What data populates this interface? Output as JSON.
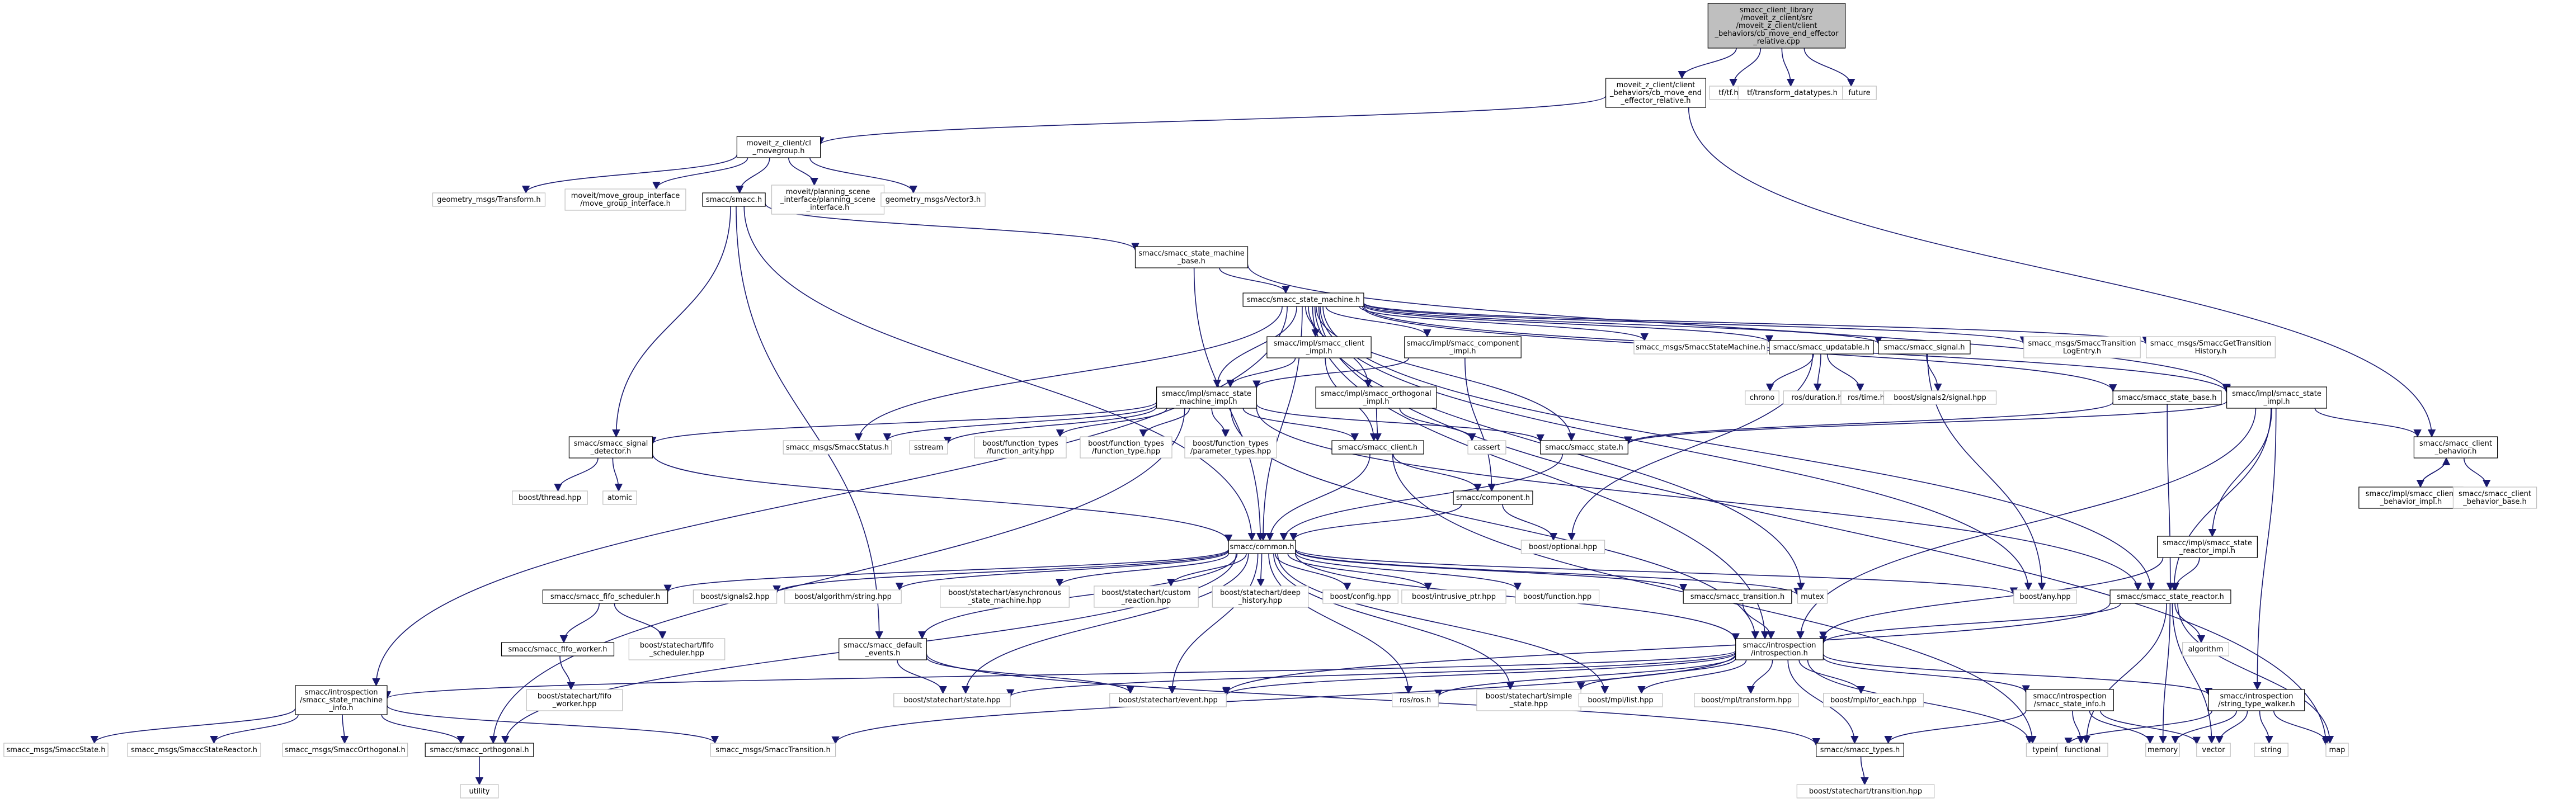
{
  "title": "smacc_client_library/moveit_z_client/src/moveit_z_client/client_behaviors/cb_move_end_effector_relative.cpp",
  "colors": {
    "root_fill": "#bfbfbf",
    "box_stroke": "#000000",
    "leaf_stroke": "#bfbfbf",
    "edge": "#191970"
  },
  "nodes": [
    {
      "id": "root",
      "lines": [
        "smacc_client_library",
        "/moveit_z_client/src",
        "/moveit_z_client/client",
        "_behaviors/cb_move_end_effector",
        "_relative.cpp"
      ],
      "kind": "root"
    },
    {
      "id": "cb_mee",
      "lines": [
        "moveit_z_client/client",
        "_behaviors/cb_move_end",
        "_effector_relative.h"
      ],
      "kind": "box"
    },
    {
      "id": "tf_tf",
      "lines": [
        "tf/tf.h"
      ],
      "kind": "leaf"
    },
    {
      "id": "tf_types",
      "lines": [
        "tf/transform_datatypes.h"
      ],
      "kind": "leaf"
    },
    {
      "id": "future",
      "lines": [
        "future"
      ],
      "kind": "leaf"
    },
    {
      "id": "cl_movegroup",
      "lines": [
        "moveit_z_client/cl",
        "_movegroup.h"
      ],
      "kind": "box"
    },
    {
      "id": "geo_transform",
      "lines": [
        "geometry_msgs/Transform.h"
      ],
      "kind": "leaf"
    },
    {
      "id": "move_group_iface",
      "lines": [
        "moveit/move_group_interface",
        "/move_group_interface.h"
      ],
      "kind": "leaf"
    },
    {
      "id": "smacc_h",
      "lines": [
        "smacc/smacc.h"
      ],
      "kind": "box"
    },
    {
      "id": "planning_scene",
      "lines": [
        "moveit/planning_scene",
        "_interface/planning_scene",
        "_interface.h"
      ],
      "kind": "leaf"
    },
    {
      "id": "geo_vector3",
      "lines": [
        "geometry_msgs/Vector3.h"
      ],
      "kind": "leaf"
    },
    {
      "id": "sm_base",
      "lines": [
        "smacc/smacc_state_machine",
        "_base.h"
      ],
      "kind": "box"
    },
    {
      "id": "state_machine",
      "lines": [
        "smacc/smacc_state_machine.h"
      ],
      "kind": "box"
    },
    {
      "id": "client_impl",
      "lines": [
        "smacc/impl/smacc_client",
        "_impl.h"
      ],
      "kind": "box"
    },
    {
      "id": "component_impl",
      "lines": [
        "smacc/impl/smacc_component",
        "_impl.h"
      ],
      "kind": "box"
    },
    {
      "id": "msg_sm",
      "lines": [
        "smacc_msgs/SmaccStateMachine.h"
      ],
      "kind": "leaf"
    },
    {
      "id": "updatable",
      "lines": [
        "smacc/smacc_updatable.h"
      ],
      "kind": "box"
    },
    {
      "id": "signal",
      "lines": [
        "smacc/smacc_signal.h"
      ],
      "kind": "box"
    },
    {
      "id": "msg_tle",
      "lines": [
        "smacc_msgs/SmaccTransition",
        "LogEntry.h"
      ],
      "kind": "leaf"
    },
    {
      "id": "msg_gth",
      "lines": [
        "smacc_msgs/SmaccGetTransition",
        "History.h"
      ],
      "kind": "leaf"
    },
    {
      "id": "sm_impl",
      "lines": [
        "smacc/impl/smacc_state",
        "_machine_impl.h"
      ],
      "kind": "box"
    },
    {
      "id": "orth_impl",
      "lines": [
        "smacc/impl/smacc_orthogonal",
        "_impl.h"
      ],
      "kind": "box"
    },
    {
      "id": "chrono",
      "lines": [
        "chrono"
      ],
      "kind": "leaf"
    },
    {
      "id": "ros_duration",
      "lines": [
        "ros/duration.h"
      ],
      "kind": "leaf"
    },
    {
      "id": "ros_time",
      "lines": [
        "ros/time.h"
      ],
      "kind": "leaf"
    },
    {
      "id": "signals2_sig",
      "lines": [
        "boost/signals2/signal.hpp"
      ],
      "kind": "leaf"
    },
    {
      "id": "state_base",
      "lines": [
        "smacc/smacc_state_base.h"
      ],
      "kind": "box"
    },
    {
      "id": "state_impl",
      "lines": [
        "smacc/impl/smacc_state",
        "_impl.h"
      ],
      "kind": "box"
    },
    {
      "id": "signal_detector",
      "lines": [
        "smacc/smacc_signal",
        "_detector.h"
      ],
      "kind": "box"
    },
    {
      "id": "msg_status",
      "lines": [
        "smacc_msgs/SmaccStatus.h"
      ],
      "kind": "leaf"
    },
    {
      "id": "sstream",
      "lines": [
        "sstream"
      ],
      "kind": "leaf"
    },
    {
      "id": "ft_arity",
      "lines": [
        "boost/function_types",
        "/function_arity.hpp"
      ],
      "kind": "leaf"
    },
    {
      "id": "ft_type",
      "lines": [
        "boost/function_types",
        "/function_type.hpp"
      ],
      "kind": "leaf"
    },
    {
      "id": "ft_param",
      "lines": [
        "boost/function_types",
        "/parameter_types.hpp"
      ],
      "kind": "leaf"
    },
    {
      "id": "client_h",
      "lines": [
        "smacc/smacc_client.h"
      ],
      "kind": "box"
    },
    {
      "id": "cassert",
      "lines": [
        "cassert"
      ],
      "kind": "leaf"
    },
    {
      "id": "state_h",
      "lines": [
        "smacc/smacc_state.h"
      ],
      "kind": "box"
    },
    {
      "id": "client_behavior",
      "lines": [
        "smacc/smacc_client",
        "_behavior.h"
      ],
      "kind": "box"
    },
    {
      "id": "thread_hpp",
      "lines": [
        "boost/thread.hpp"
      ],
      "kind": "leaf"
    },
    {
      "id": "atomic",
      "lines": [
        "atomic"
      ],
      "kind": "leaf"
    },
    {
      "id": "component_h",
      "lines": [
        "smacc/component.h"
      ],
      "kind": "box"
    },
    {
      "id": "cb_impl",
      "lines": [
        "smacc/impl/smacc_client",
        "_behavior_impl.h"
      ],
      "kind": "box"
    },
    {
      "id": "cb_base",
      "lines": [
        "smacc/smacc_client",
        "_behavior_base.h"
      ],
      "kind": "leaf"
    },
    {
      "id": "optional_hpp",
      "lines": [
        "boost/optional.hpp"
      ],
      "kind": "leaf"
    },
    {
      "id": "sr_impl",
      "lines": [
        "smacc/impl/smacc_state",
        "_reactor_impl.h"
      ],
      "kind": "box"
    },
    {
      "id": "common_h",
      "lines": [
        "smacc/common.h"
      ],
      "kind": "box"
    },
    {
      "id": "fifo_sched",
      "lines": [
        "smacc/smacc_fifo_scheduler.h"
      ],
      "kind": "box"
    },
    {
      "id": "signals2_hpp",
      "lines": [
        "boost/signals2.hpp"
      ],
      "kind": "leaf"
    },
    {
      "id": "algo_string",
      "lines": [
        "boost/algorithm/string.hpp"
      ],
      "kind": "leaf"
    },
    {
      "id": "sc_async",
      "lines": [
        "boost/statechart/asynchronous",
        "_state_machine.hpp"
      ],
      "kind": "leaf"
    },
    {
      "id": "sc_custom",
      "lines": [
        "boost/statechart/custom",
        "_reaction.hpp"
      ],
      "kind": "leaf"
    },
    {
      "id": "sc_deep",
      "lines": [
        "boost/statechart/deep",
        "_history.hpp"
      ],
      "kind": "leaf"
    },
    {
      "id": "config_hpp",
      "lines": [
        "boost/config.hpp"
      ],
      "kind": "leaf"
    },
    {
      "id": "intrusive_ptr",
      "lines": [
        "boost/intrusive_ptr.hpp"
      ],
      "kind": "leaf"
    },
    {
      "id": "function_hpp",
      "lines": [
        "boost/function.hpp"
      ],
      "kind": "leaf"
    },
    {
      "id": "transition_h",
      "lines": [
        "smacc/smacc_transition.h"
      ],
      "kind": "box"
    },
    {
      "id": "mutex",
      "lines": [
        "mutex"
      ],
      "kind": "leaf"
    },
    {
      "id": "any_hpp",
      "lines": [
        "boost/any.hpp"
      ],
      "kind": "leaf"
    },
    {
      "id": "state_reactor",
      "lines": [
        "smacc/smacc_state_reactor.h"
      ],
      "kind": "box"
    },
    {
      "id": "fifo_worker",
      "lines": [
        "smacc/smacc_fifo_worker.h"
      ],
      "kind": "box"
    },
    {
      "id": "sc_fifo_sched",
      "lines": [
        "boost/statechart/fifo",
        "_scheduler.hpp"
      ],
      "kind": "leaf"
    },
    {
      "id": "default_events",
      "lines": [
        "smacc/smacc_default",
        "_events.h"
      ],
      "kind": "box"
    },
    {
      "id": "introspection",
      "lines": [
        "smacc/introspection",
        "/introspection.h"
      ],
      "kind": "box"
    },
    {
      "id": "algorithm",
      "lines": [
        "algorithm"
      ],
      "kind": "leaf"
    },
    {
      "id": "sc_fifo_worker",
      "lines": [
        "boost/statechart/fifo",
        "_worker.hpp"
      ],
      "kind": "leaf"
    },
    {
      "id": "sm_info",
      "lines": [
        "smacc/introspection",
        "/smacc_state_machine",
        "_info.h"
      ],
      "kind": "box"
    },
    {
      "id": "sc_state",
      "lines": [
        "boost/statechart/state.hpp"
      ],
      "kind": "leaf"
    },
    {
      "id": "sc_event",
      "lines": [
        "boost/statechart/event.hpp"
      ],
      "kind": "leaf"
    },
    {
      "id": "ros_ros",
      "lines": [
        "ros/ros.h"
      ],
      "kind": "leaf"
    },
    {
      "id": "sc_simple",
      "lines": [
        "boost/statechart/simple",
        "_state.hpp"
      ],
      "kind": "leaf"
    },
    {
      "id": "mpl_list",
      "lines": [
        "boost/mpl/list.hpp"
      ],
      "kind": "leaf"
    },
    {
      "id": "mpl_transform",
      "lines": [
        "boost/mpl/transform.hpp"
      ],
      "kind": "leaf"
    },
    {
      "id": "mpl_foreach",
      "lines": [
        "boost/mpl/for_each.hpp"
      ],
      "kind": "leaf"
    },
    {
      "id": "state_info",
      "lines": [
        "smacc/introspection",
        "/smacc_state_info.h"
      ],
      "kind": "box"
    },
    {
      "id": "str_walker",
      "lines": [
        "smacc/introspection",
        "/string_type_walker.h"
      ],
      "kind": "box"
    },
    {
      "id": "msg_state",
      "lines": [
        "smacc_msgs/SmaccState.h"
      ],
      "kind": "leaf"
    },
    {
      "id": "msg_sr",
      "lines": [
        "smacc_msgs/SmaccStateReactor.h"
      ],
      "kind": "leaf"
    },
    {
      "id": "msg_orth",
      "lines": [
        "smacc_msgs/SmaccOrthogonal.h"
      ],
      "kind": "leaf"
    },
    {
      "id": "orthogonal_h",
      "lines": [
        "smacc/smacc_orthogonal.h"
      ],
      "kind": "box"
    },
    {
      "id": "msg_trans",
      "lines": [
        "smacc_msgs/SmaccTransition.h"
      ],
      "kind": "leaf"
    },
    {
      "id": "types_h",
      "lines": [
        "smacc/smacc_types.h"
      ],
      "kind": "box"
    },
    {
      "id": "typeinfo",
      "lines": [
        "typeinfo"
      ],
      "kind": "leaf"
    },
    {
      "id": "functional",
      "lines": [
        "functional"
      ],
      "kind": "leaf"
    },
    {
      "id": "memory",
      "lines": [
        "memory"
      ],
      "kind": "leaf"
    },
    {
      "id": "vector",
      "lines": [
        "vector"
      ],
      "kind": "leaf"
    },
    {
      "id": "string",
      "lines": [
        "string"
      ],
      "kind": "leaf"
    },
    {
      "id": "map",
      "lines": [
        "map"
      ],
      "kind": "leaf"
    },
    {
      "id": "utility",
      "lines": [
        "utility"
      ],
      "kind": "leaf"
    },
    {
      "id": "sc_transition",
      "lines": [
        "boost/statechart/transition.hpp"
      ],
      "kind": "leaf"
    }
  ],
  "edges": [
    [
      "root",
      "cb_mee"
    ],
    [
      "root",
      "tf_tf"
    ],
    [
      "root",
      "tf_types"
    ],
    [
      "root",
      "future"
    ],
    [
      "cb_mee",
      "cl_movegroup"
    ],
    [
      "cb_mee",
      "client_behavior"
    ],
    [
      "cl_movegroup",
      "geo_transform"
    ],
    [
      "cl_movegroup",
      "move_group_iface"
    ],
    [
      "cl_movegroup",
      "smacc_h"
    ],
    [
      "cl_movegroup",
      "planning_scene"
    ],
    [
      "cl_movegroup",
      "geo_vector3"
    ],
    [
      "smacc_h",
      "sm_base"
    ],
    [
      "smacc_h",
      "signal_detector"
    ],
    [
      "smacc_h",
      "common_h"
    ],
    [
      "smacc_h",
      "default_events"
    ],
    [
      "sm_base",
      "state_machine"
    ],
    [
      "sm_base",
      "common_h"
    ],
    [
      "sm_base",
      "state_impl"
    ],
    [
      "state_machine",
      "client_impl"
    ],
    [
      "state_machine",
      "component_impl"
    ],
    [
      "state_machine",
      "msg_sm"
    ],
    [
      "state_machine",
      "updatable"
    ],
    [
      "state_machine",
      "signal"
    ],
    [
      "state_machine",
      "msg_tle"
    ],
    [
      "state_machine",
      "msg_gth"
    ],
    [
      "state_machine",
      "sm_impl"
    ],
    [
      "state_machine",
      "orth_impl"
    ],
    [
      "state_machine",
      "state_base"
    ],
    [
      "state_machine",
      "state_impl"
    ],
    [
      "state_machine",
      "msg_status"
    ],
    [
      "state_machine",
      "state_h"
    ],
    [
      "state_machine",
      "common_h"
    ],
    [
      "state_machine",
      "sm_info"
    ],
    [
      "state_machine",
      "any_hpp"
    ],
    [
      "state_machine",
      "mutex"
    ],
    [
      "state_machine",
      "map"
    ],
    [
      "state_machine",
      "introspection"
    ],
    [
      "state_machine",
      "state_reactor"
    ],
    [
      "client_impl",
      "sm_impl"
    ],
    [
      "client_impl",
      "client_h"
    ],
    [
      "component_impl",
      "sm_impl"
    ],
    [
      "component_impl",
      "component_h"
    ],
    [
      "updatable",
      "chrono"
    ],
    [
      "updatable",
      "ros_duration"
    ],
    [
      "updatable",
      "ros_time"
    ],
    [
      "updatable",
      "optional_hpp"
    ],
    [
      "signal",
      "signals2_sig"
    ],
    [
      "signal",
      "any_hpp"
    ],
    [
      "sm_impl",
      "signal_detector"
    ],
    [
      "sm_impl",
      "msg_status"
    ],
    [
      "sm_impl",
      "sstream"
    ],
    [
      "sm_impl",
      "ft_arity"
    ],
    [
      "sm_impl",
      "ft_type"
    ],
    [
      "sm_impl",
      "ft_param"
    ],
    [
      "sm_impl",
      "client_h"
    ],
    [
      "sm_impl",
      "state_h"
    ],
    [
      "sm_impl",
      "orthogonal_h"
    ],
    [
      "sm_impl",
      "state_reactor"
    ],
    [
      "sm_impl",
      "introspection"
    ],
    [
      "orth_impl",
      "client_h"
    ],
    [
      "orth_impl",
      "cassert"
    ],
    [
      "state_base",
      "state_h"
    ],
    [
      "state_base",
      "state_reactor"
    ],
    [
      "state_impl",
      "client_behavior"
    ],
    [
      "state_impl",
      "sr_impl"
    ],
    [
      "state_impl",
      "state_reactor"
    ],
    [
      "state_impl",
      "introspection"
    ],
    [
      "state_impl",
      "str_walker"
    ],
    [
      "state_impl",
      "state_h"
    ],
    [
      "signal_detector",
      "thread_hpp"
    ],
    [
      "signal_detector",
      "atomic"
    ],
    [
      "signal_detector",
      "common_h"
    ],
    [
      "client_h",
      "common_h"
    ],
    [
      "client_h",
      "component_h"
    ],
    [
      "client_h",
      "typeinfo"
    ],
    [
      "state_h",
      "common_h"
    ],
    [
      "client_behavior",
      "cb_impl"
    ],
    [
      "client_behavior",
      "cb_base"
    ],
    [
      "cb_impl",
      "client_behavior"
    ],
    [
      "component_h",
      "common_h"
    ],
    [
      "component_h",
      "optional_hpp"
    ],
    [
      "sr_impl",
      "state_reactor"
    ],
    [
      "sr_impl",
      "introspection"
    ],
    [
      "common_h",
      "fifo_sched"
    ],
    [
      "common_h",
      "signals2_hpp"
    ],
    [
      "common_h",
      "algo_string"
    ],
    [
      "common_h",
      "sc_async"
    ],
    [
      "common_h",
      "sc_custom"
    ],
    [
      "common_h",
      "sc_deep"
    ],
    [
      "common_h",
      "config_hpp"
    ],
    [
      "common_h",
      "intrusive_ptr"
    ],
    [
      "common_h",
      "function_hpp"
    ],
    [
      "common_h",
      "transition_h"
    ],
    [
      "common_h",
      "mutex"
    ],
    [
      "common_h",
      "any_hpp"
    ],
    [
      "common_h",
      "default_events"
    ],
    [
      "common_h",
      "introspection"
    ],
    [
      "common_h",
      "sc_state"
    ],
    [
      "common_h",
      "sc_event"
    ],
    [
      "common_h",
      "ros_ros"
    ],
    [
      "common_h",
      "sc_simple"
    ],
    [
      "common_h",
      "mpl_list"
    ],
    [
      "common_h",
      "orthogonal_h"
    ],
    [
      "fifo_sched",
      "fifo_worker"
    ],
    [
      "fifo_sched",
      "sc_fifo_sched"
    ],
    [
      "fifo_worker",
      "sc_fifo_worker"
    ],
    [
      "transition_h",
      "introspection"
    ],
    [
      "state_reactor",
      "introspection"
    ],
    [
      "state_reactor",
      "algorithm"
    ],
    [
      "state_reactor",
      "functional"
    ],
    [
      "state_reactor",
      "memory"
    ],
    [
      "state_reactor",
      "vector"
    ],
    [
      "state_reactor",
      "map"
    ],
    [
      "state_reactor",
      "sc_event"
    ],
    [
      "default_events",
      "sc_state"
    ],
    [
      "default_events",
      "sc_event"
    ],
    [
      "default_events",
      "types_h"
    ],
    [
      "introspection",
      "sm_info"
    ],
    [
      "introspection",
      "sc_state"
    ],
    [
      "introspection",
      "sc_event"
    ],
    [
      "introspection",
      "ros_ros"
    ],
    [
      "introspection",
      "sc_simple"
    ],
    [
      "introspection",
      "mpl_list"
    ],
    [
      "introspection",
      "mpl_transform"
    ],
    [
      "introspection",
      "mpl_foreach"
    ],
    [
      "introspection",
      "state_info"
    ],
    [
      "introspection",
      "str_walker"
    ],
    [
      "introspection",
      "msg_trans"
    ],
    [
      "introspection",
      "types_h"
    ],
    [
      "introspection",
      "typeinfo"
    ],
    [
      "sm_info",
      "msg_state"
    ],
    [
      "sm_info",
      "msg_sr"
    ],
    [
      "sm_info",
      "msg_orth"
    ],
    [
      "sm_info",
      "orthogonal_h"
    ],
    [
      "sm_info",
      "msg_trans"
    ],
    [
      "state_info",
      "types_h"
    ],
    [
      "state_info",
      "functional"
    ],
    [
      "state_info",
      "memory"
    ],
    [
      "state_info",
      "vector"
    ],
    [
      "str_walker",
      "typeinfo"
    ],
    [
      "str_walker",
      "memory"
    ],
    [
      "str_walker",
      "vector"
    ],
    [
      "str_walker",
      "string"
    ],
    [
      "str_walker",
      "map"
    ],
    [
      "orthogonal_h",
      "utility"
    ],
    [
      "types_h",
      "sc_transition"
    ]
  ]
}
